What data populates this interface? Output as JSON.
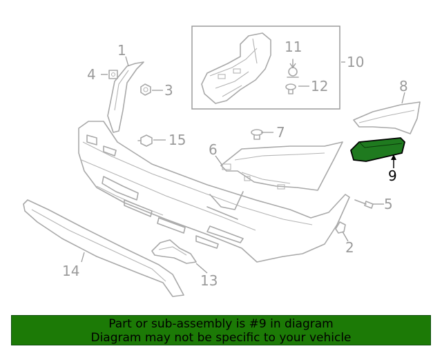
{
  "colors": {
    "highlight_part": "#1f7a1f",
    "banner_bg": "#1c7a06",
    "part_outline": "#a8a8a8",
    "label": "#9a9a9a"
  },
  "callouts": {
    "c1": "1",
    "c2": "2",
    "c3": "3",
    "c4": "4",
    "c5": "5",
    "c6": "6",
    "c7": "7",
    "c8": "8",
    "c9": "9",
    "c10": "10",
    "c11": "11",
    "c12": "12",
    "c13": "13",
    "c14": "14",
    "c15": "15"
  },
  "highlighted_part": "9",
  "banner": {
    "line1": "Part or sub-assembly is #9 in diagram",
    "line2": "Diagram may not be specific to your vehicle"
  }
}
